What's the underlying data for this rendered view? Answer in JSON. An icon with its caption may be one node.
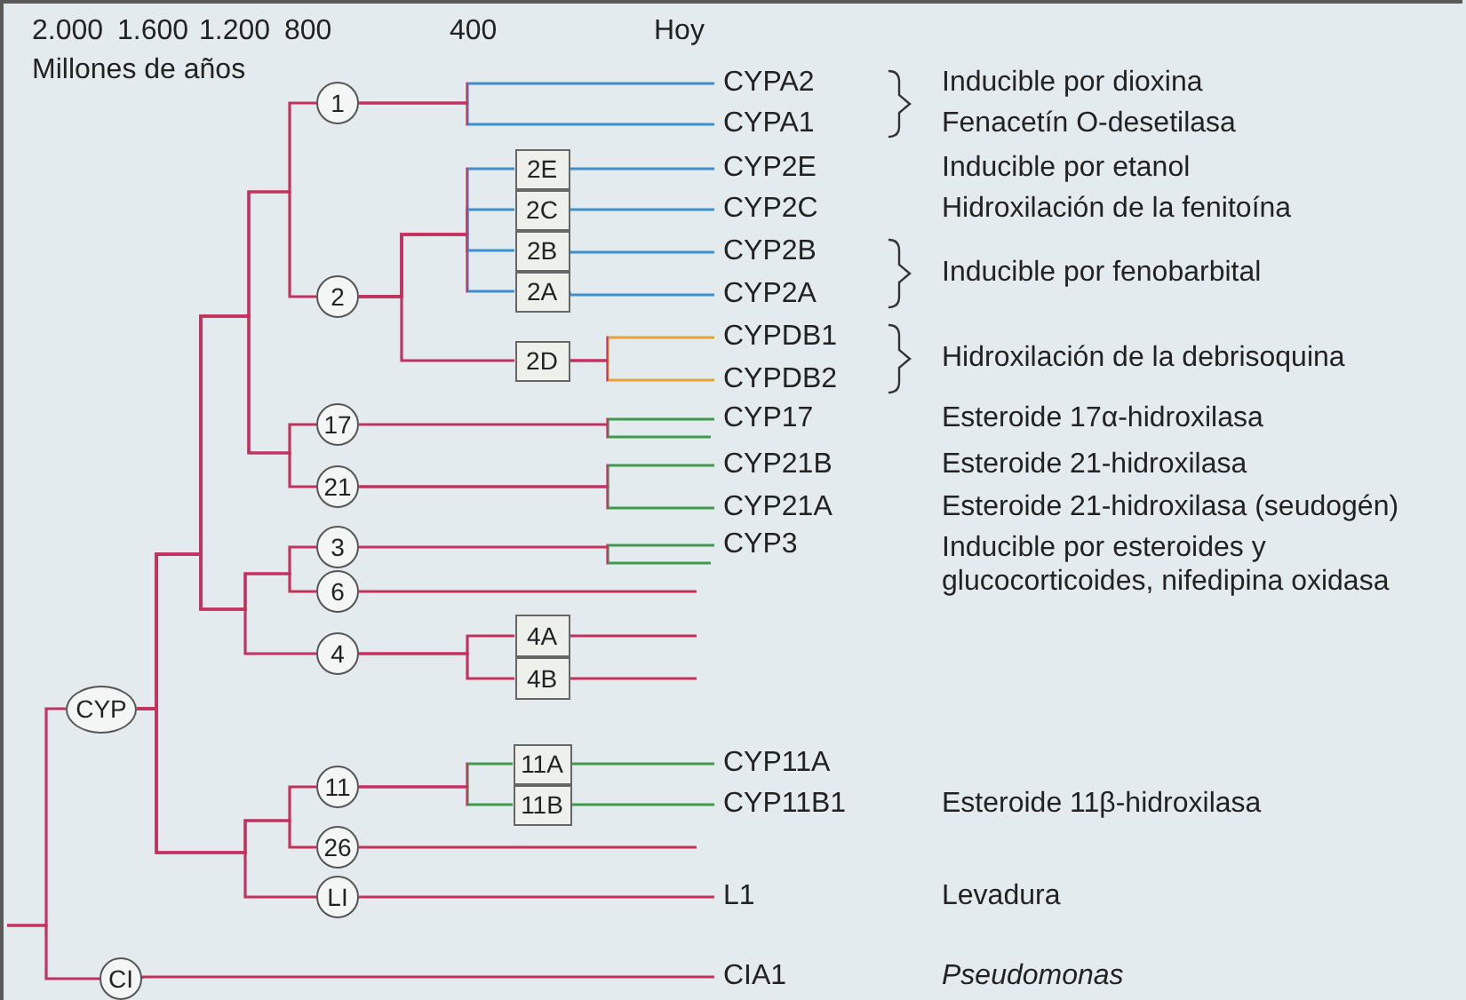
{
  "diagram": {
    "nodes": [
      {
        "text": [
          "CYP"
        ]
      },
      {
        "text": [
          "1"
        ]
      },
      {
        "text": [
          "2"
        ]
      },
      {
        "text": [
          "2E"
        ]
      },
      {
        "text": [
          "2C"
        ]
      },
      {
        "text": [
          "2B"
        ]
      },
      {
        "text": [
          "2A"
        ]
      },
      {
        "text": [
          "2D"
        ]
      },
      {
        "text": [
          "17"
        ]
      },
      {
        "text": [
          "21"
        ]
      },
      {
        "text": [
          "3"
        ]
      },
      {
        "text": [
          "6"
        ]
      },
      {
        "text": [
          "4"
        ]
      },
      {
        "text": [
          "4A"
        ]
      },
      {
        "text": [
          "4B"
        ]
      },
      {
        "text": [
          "11"
        ]
      },
      {
        "text": [
          "11A"
        ]
      },
      {
        "text": [
          "11B"
        ]
      },
      {
        "text": [
          "26"
        ]
      },
      {
        "text": [
          "LI"
        ]
      },
      {
        "text": [
          "CI"
        ]
      },
      {
        "text": [
          "CYPA2"
        ]
      },
      {
        "text": [
          "CYPA1"
        ]
      },
      {
        "text": [
          "CYP2E"
        ]
      },
      {
        "text": [
          "CYP2C"
        ]
      },
      {
        "text": [
          "CYP2B"
        ]
      },
      {
        "text": [
          "CYP2A"
        ]
      },
      {
        "text": [
          "CYPDB1"
        ]
      },
      {
        "text": [
          "CYPDB2"
        ]
      },
      {
        "text": [
          "CYP17"
        ]
      },
      {
        "text": [
          "CYP21B"
        ]
      },
      {
        "text": [
          "CYP21A"
        ]
      },
      {
        "text": [
          "CYP3"
        ]
      },
      {
        "text": [
          "CYP11A"
        ]
      },
      {
        "text": [
          "CYP11B1"
        ]
      },
      {
        "text": [
          "L1"
        ]
      },
      {
        "text": [
          "CIA1"
        ]
      }
    ],
    "edges": [
      {
        "from": null,
        "to": 0,
        "arrow": "none"
      },
      {
        "from": null,
        "to": 20,
        "arrow": "none"
      },
      {
        "from": 0,
        "to": 1,
        "arrow": "none"
      },
      {
        "from": 0,
        "to": 2,
        "arrow": "none"
      },
      {
        "from": 0,
        "to": 8,
        "arrow": "none"
      },
      {
        "from": 0,
        "to": 9,
        "arrow": "none"
      },
      {
        "from": 0,
        "to": 10,
        "arrow": "none"
      },
      {
        "from": 0,
        "to": 11,
        "arrow": "none"
      },
      {
        "from": 0,
        "to": 12,
        "arrow": "none"
      },
      {
        "from": 0,
        "to": 15,
        "arrow": "none"
      },
      {
        "from": 0,
        "to": 18,
        "arrow": "none"
      },
      {
        "from": 0,
        "to": 19,
        "arrow": "none"
      },
      {
        "from": 1,
        "to": 21,
        "arrow": "none",
        "color": "#3d8fd0"
      },
      {
        "from": 1,
        "to": 22,
        "arrow": "none",
        "color": "#3d8fd0"
      },
      {
        "from": 2,
        "to": 3,
        "arrow": "none",
        "color": "#3d8fd0"
      },
      {
        "from": 2,
        "to": 4,
        "arrow": "none",
        "color": "#3d8fd0"
      },
      {
        "from": 2,
        "to": 5,
        "arrow": "none",
        "color": "#3d8fd0"
      },
      {
        "from": 2,
        "to": 6,
        "arrow": "none",
        "color": "#3d8fd0"
      },
      {
        "from": 2,
        "to": 7,
        "arrow": "none"
      },
      {
        "from": 3,
        "to": 23,
        "arrow": "none",
        "color": "#3d8fd0"
      },
      {
        "from": 4,
        "to": 24,
        "arrow": "none",
        "color": "#3d8fd0"
      },
      {
        "from": 5,
        "to": 25,
        "arrow": "none",
        "color": "#3d8fd0"
      },
      {
        "from": 6,
        "to": 26,
        "arrow": "none",
        "color": "#3d8fd0"
      },
      {
        "from": 7,
        "to": 27,
        "arrow": "none",
        "color": "#e3a33a"
      },
      {
        "from": 7,
        "to": 28,
        "arrow": "none",
        "color": "#e3a33a"
      },
      {
        "from": 8,
        "to": 29,
        "arrow": "none",
        "color": "#3f9a4e"
      },
      {
        "from": 9,
        "to": 30,
        "arrow": "none",
        "color": "#3f9a4e"
      },
      {
        "from": 9,
        "to": 31,
        "arrow": "none",
        "color": "#3f9a4e"
      },
      {
        "from": 10,
        "to": 32,
        "arrow": "none",
        "color": "#3f9a4e"
      },
      {
        "from": 11,
        "to": null,
        "arrow": "none"
      },
      {
        "from": 12,
        "to": 13,
        "arrow": "none"
      },
      {
        "from": 12,
        "to": 14,
        "arrow": "none"
      },
      {
        "from": 13,
        "to": null,
        "arrow": "none"
      },
      {
        "from": 14,
        "to": null,
        "arrow": "none"
      },
      {
        "from": 15,
        "to": 16,
        "arrow": "none",
        "color": "#3f9a4e"
      },
      {
        "from": 15,
        "to": 17,
        "arrow": "none",
        "color": "#3f9a4e"
      },
      {
        "from": 16,
        "to": 33,
        "arrow": "none",
        "color": "#3f9a4e"
      },
      {
        "from": 17,
        "to": 34,
        "arrow": "none",
        "color": "#3f9a4e"
      },
      {
        "from": 18,
        "to": null,
        "arrow": "none"
      },
      {
        "from": 19,
        "to": 35,
        "arrow": "none"
      },
      {
        "from": 20,
        "to": 36,
        "arrow": "none"
      }
    ],
    "labels": [
      "2.000",
      "1.600",
      "1.200",
      "800",
      "400",
      "Hoy",
      "Millones de años",
      "Inducible por dioxina",
      "Fenacetín O-desetilasa",
      "Inducible por etanol",
      "Hidroxilación de la fenitoína",
      "Inducible por fenobarbital",
      "Hidroxilación de la debrisoquina",
      "Esteroide 17α-hidroxilasa",
      "Esteroide 21-hidroxilasa",
      "Esteroide 21-hidroxilasa (seudogén)",
      "Inducible por esteroides y glucocorticoides, nifedipina oxidasa",
      "Esteroide 11β-hidroxilasa",
      "Levadura",
      "Pseudomonas"
    ]
  }
}
